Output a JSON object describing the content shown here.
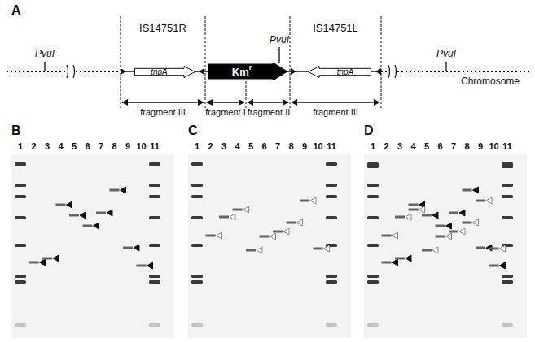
{
  "diagram": {
    "nodes": [
      {
        "text": [
          "tnpA"
        ]
      },
      {
        "text": [
          "Km",
          "r"
        ]
      },
      {
        "text": [
          "tnpA"
        ]
      }
    ],
    "labels": [
      "A",
      "IS14751R",
      "IS14751L",
      "PvuI",
      "PvuI",
      "PvuI",
      "Chromosome",
      "fragment III",
      "fragment I",
      "fragment II",
      "fragment III",
      "B",
      "C",
      "D",
      "1",
      "2",
      "3",
      "4",
      "5",
      "6",
      "7",
      "8",
      "9",
      "10",
      "11",
      "1",
      "2",
      "3",
      "4",
      "5",
      "6",
      "7",
      "8",
      "9",
      "10",
      "11",
      "1",
      "2",
      "3",
      "4",
      "5",
      "6",
      "7",
      "8",
      "9",
      "10",
      "11"
    ]
  }
}
